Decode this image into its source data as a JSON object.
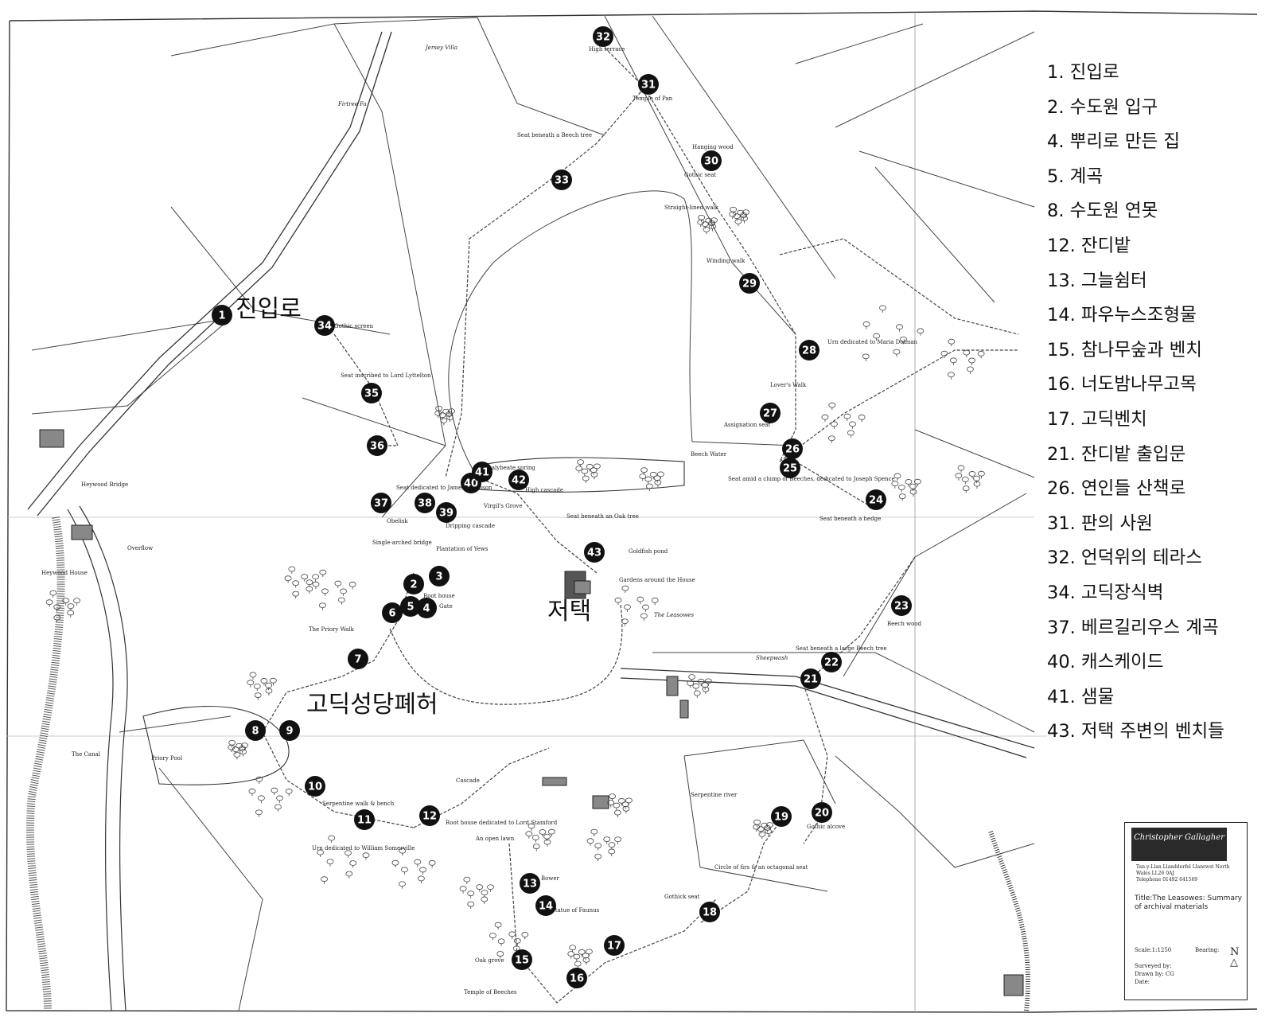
{
  "legend": [
    "1. 진입로",
    "2. 수도원 입구",
    "4. 뿌리로 만든 집",
    "5. 계곡",
    "8. 수도원 연못",
    "12. 잔디밭",
    "13. 그늘쉼터",
    "14. 파우누스조형물",
    "15. 참나무숲과 벤치",
    "16. 너도밤나무고목",
    "17. 고딕벤치",
    "21. 잔디밭 출입문",
    "26. 연인들 산책로",
    "31. 판의 사원",
    "32. 언덕위의 테라스",
    "34. 고딕장식벽",
    "37. 베르길리우스 계곡",
    "40. 캐스케이드",
    "41. 샘물",
    "43. 저택 주변의 벤치들"
  ],
  "overlay_labels": {
    "entrance": "진입로",
    "ruin": "고딕성당폐허",
    "house": "저택"
  },
  "markers": [
    "1",
    "2",
    "3",
    "4",
    "5",
    "6",
    "7",
    "8",
    "9",
    "10",
    "11",
    "12",
    "13",
    "14",
    "15",
    "16",
    "17",
    "18",
    "19",
    "20",
    "21",
    "22",
    "23",
    "24",
    "25",
    "26",
    "27",
    "28",
    "29",
    "30",
    "31",
    "32",
    "33",
    "34",
    "35",
    "36",
    "37",
    "38",
    "39",
    "40",
    "41",
    "42",
    "43"
  ],
  "map_labels": {
    "high_terrace": "High terrace",
    "temple_of_pan": "Temple of Pan",
    "seat_beech": "Seat beneath a Beech tree",
    "hanging_wood": "Hanging wood",
    "gothic_seat": "Gothic seat",
    "straight_walk": "Straight-lined walk",
    "winding_walk": "Winding walk",
    "gothic_screen": "Gothic screen",
    "urn_maria": "Urn dedicated to Maria Dolman",
    "lovers_walk": "Lover's Walk",
    "assignation_seat": "Assignation seat",
    "seat_lyttelton": "Seat inscribed to Lord Lyttelton",
    "beech_water": "Beech Water",
    "seat_spence": "Seat amid a clump of Beeches, dedicated to Joseph Spence",
    "seat_hedge": "Seat beneath a hedge",
    "chalybeate_spring": "Chalybeate spring",
    "high_cascade": "High cascade",
    "seat_thomson": "Seat dedicated to James Thomson",
    "virgils_grove": "Virgil's Grove",
    "seat_oak": "Seat beneath an Oak tree",
    "obelisk": "Obelisk",
    "dripping_cascade": "Dripping cascade",
    "single_bridge": "Single-arched bridge",
    "plantation_yews": "Plantation of Yews",
    "goldfish_pond": "Goldfish pond",
    "gardens_house": "Gardens around the House",
    "root_house": "Root house",
    "gate": "Gate",
    "the_leasowes": "The Leasowes",
    "heywood_bridge": "Heywood Bridge",
    "heywood_house": "Heywood House",
    "overflow": "Overflow",
    "priory_walk": "The Priory Walk",
    "beech_wood": "Beech wood",
    "seat_large_beech": "Seat beneath a large Beech tree",
    "sheepwash": "Sheepwash",
    "the_canal": "The Canal",
    "priory_pool": "Priory Pool",
    "cascade": "Cascade",
    "serpentine_walk": "Serpentine walk & bench",
    "root_house_stamford": "Root house dedicated to Lord Stamford",
    "serpentine_river": "Serpentine river",
    "gothic_alcove": "Gothic alcove",
    "an_open_lawn": "An open lawn",
    "urn_somerville": "Urn dedicated to William Somerville",
    "bower": "Bower",
    "circle_firs": "Circle of firs & an octagonal seat",
    "statue_faunus": "Statue of Faunus",
    "gothick_seat": "Gothick seat",
    "oak_grove": "Oak grove",
    "temple_beeches": "Temple of Beeches",
    "jersey_villa": "Jersey Villa",
    "firtree_farm": "Firtree Fa"
  },
  "title_block": {
    "logo": "Christopher Gallagher",
    "address": "Tan-y-Llan  Llandderfel  Llanrwst  North Wales  LL26 0AJ",
    "telephone": "Telephone  01492 641569",
    "title": "Title:The Leasowes: Summary of archival materials",
    "scale": "Scale:1:1250",
    "bearing": "Bearing:",
    "surveyed_by": "Surveyed by:",
    "drawn_by": "Drawn by: CG",
    "date": "Date:"
  }
}
